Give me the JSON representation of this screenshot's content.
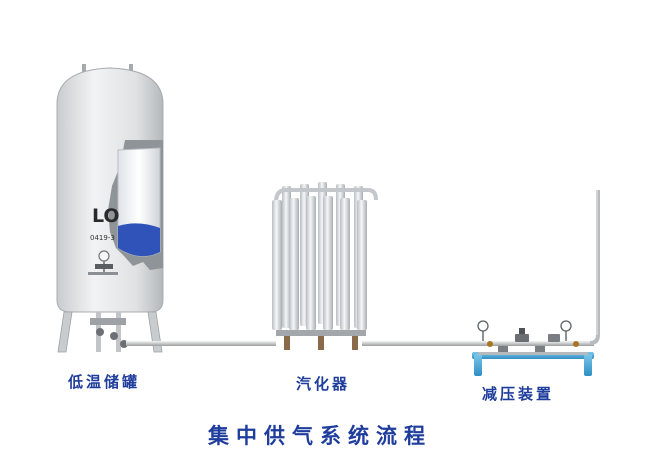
{
  "title": "集中供气系统流程",
  "components": {
    "tank": {
      "label": "低温储罐",
      "mark": "LO",
      "code": "0419-3"
    },
    "vaporizer": {
      "label": "汽化器"
    },
    "regulator": {
      "label": "减压装置"
    }
  },
  "colors": {
    "label_text": "#1f3d9c",
    "regulator_frame": "#4aa8d8",
    "tank_body": "#e6e8ea",
    "liquid": "#2f53b8"
  }
}
